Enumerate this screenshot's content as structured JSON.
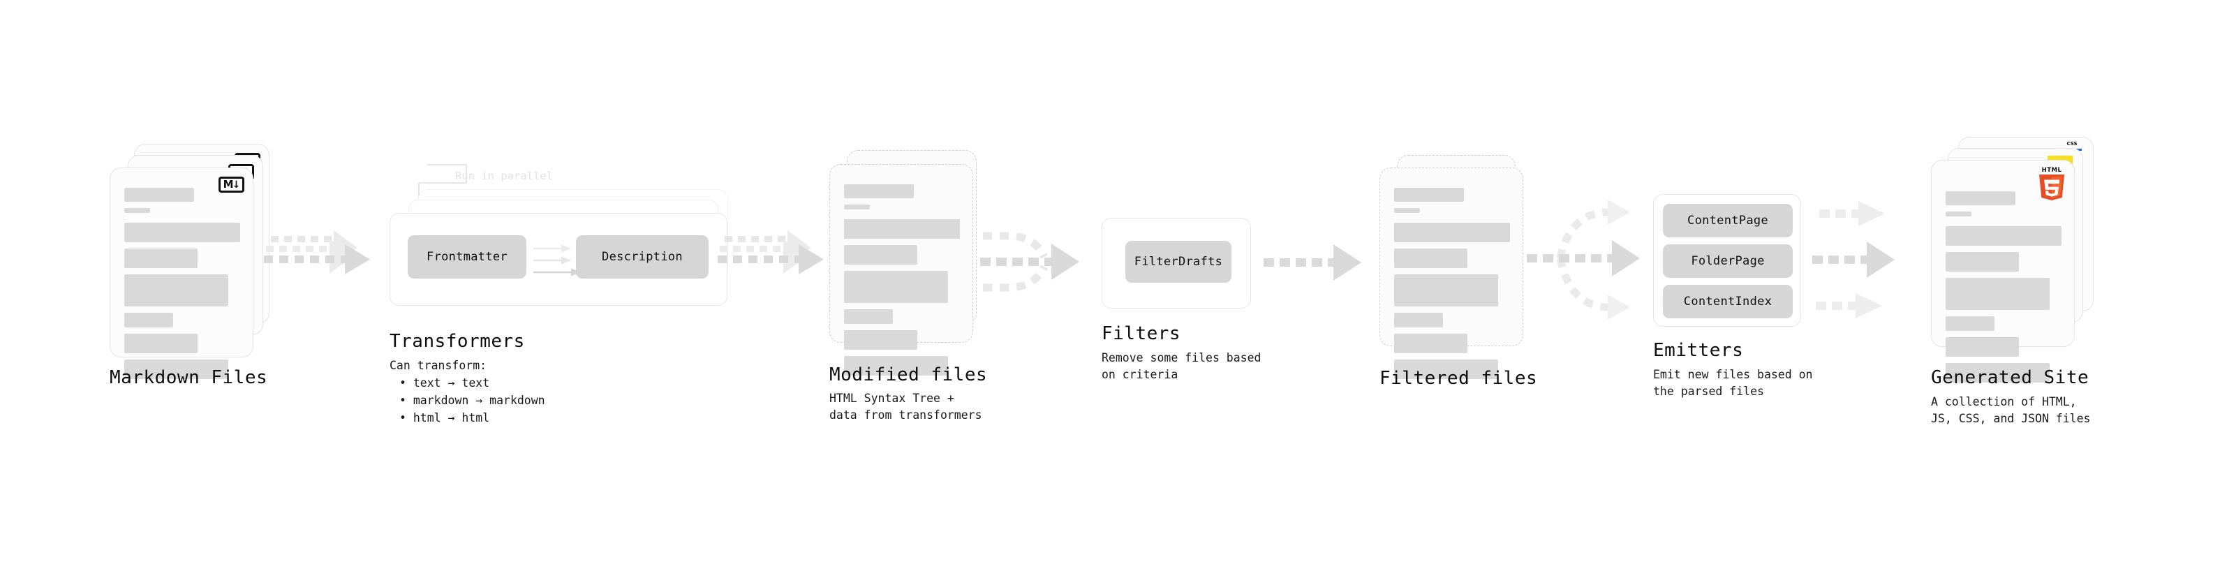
{
  "diagram": {
    "title_color": "#0d0d0d",
    "accent_skeleton": "#d9d9d9",
    "pill_color": "#d6d6d6",
    "arrow_color": "#d8d8d8",
    "stages": [
      {
        "id": "markdown-files",
        "title": "Markdown Files",
        "subtitle": "",
        "badge": "markdown-badge",
        "badge_text": "M",
        "badge_arrow": "↓",
        "stack": 3
      },
      {
        "id": "transformers",
        "title": "Transformers",
        "subtitle": "Can transform:",
        "note": "Run in parallel",
        "pills": [
          "Frontmatter",
          "Description"
        ],
        "bullets": [
          "• text → text",
          "• markdown → markdown",
          "• html → html"
        ],
        "stack": 3
      },
      {
        "id": "modified-files",
        "title": "Modified files",
        "subtitle": "HTML Syntax Tree +\ndata from transformers",
        "stack": 2
      },
      {
        "id": "filters",
        "title": "Filters",
        "subtitle": "Remove some files based\non criteria",
        "pills": [
          "FilterDrafts"
        ]
      },
      {
        "id": "filtered-files",
        "title": "Filtered files",
        "subtitle": "",
        "stack": 2
      },
      {
        "id": "emitters",
        "title": "Emitters",
        "subtitle": "Emit new files based on\nthe parsed files",
        "pills": [
          "ContentPage",
          "FolderPage",
          "ContentIndex"
        ]
      },
      {
        "id": "generated-site",
        "title": "Generated Site",
        "subtitle": "A collection of HTML,\nJS, CSS, and JSON files",
        "badges": [
          "css3-badge",
          "js-badge",
          "html5-badge"
        ],
        "badge_text_html5": "HTML",
        "badge_digit_html5": "5",
        "badge_text_css3": "CSS",
        "stack": 3
      }
    ]
  }
}
